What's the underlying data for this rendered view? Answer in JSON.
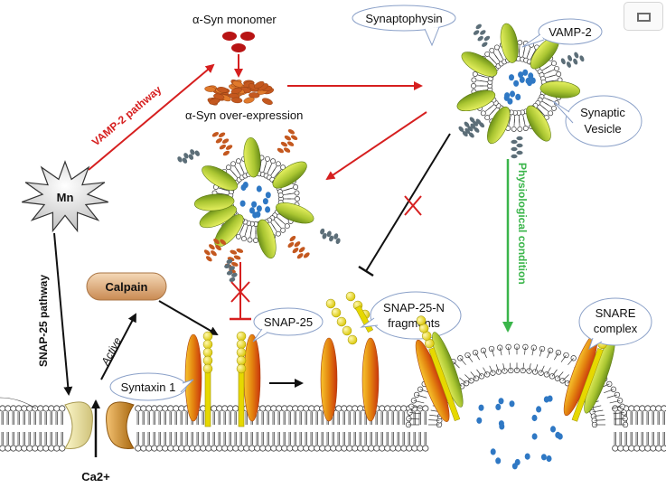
{
  "labels": {
    "syn_monomer": "α-Syn monomer",
    "syn_overexpression": "α-Syn over-expression",
    "synaptophysin": "Synaptophysin",
    "vamp2": "VAMP-2",
    "synaptic_vesicle_line1": "Synaptic",
    "synaptic_vesicle_line2": "Vesicle",
    "vamp2_pathway": "VAMP-2 pathway",
    "mn": "Mn",
    "snap25_pathway": "SNAP-25 pathway",
    "calpain": "Calpain",
    "active": "Active",
    "ca": "Ca2+",
    "syntaxin": "Syntaxin 1",
    "snap25": "SNAP-25",
    "snap25n_line1": "SNAP-25-N",
    "snap25n_line2": "fragments",
    "physiological": "Physiological condition",
    "snare_line1": "SNARE",
    "snare_line2": "complex"
  },
  "colors": {
    "red_arrow": "#d61f1f",
    "green_arrow": "#3ab54a",
    "black_arrow": "#111111",
    "vamp_green": "#a9c531",
    "syntaxin_orange": "#e3830f",
    "snap_yellow": "#e6d800",
    "calpain_tan": "#d39a66",
    "synuclein_brown": "#c4581f",
    "monomer_red": "#b81414",
    "vesicle_blue": "#2f78c4",
    "synaptophysin_gray": "#5c6e78"
  },
  "icons": {
    "corner_button": "window-icon"
  }
}
